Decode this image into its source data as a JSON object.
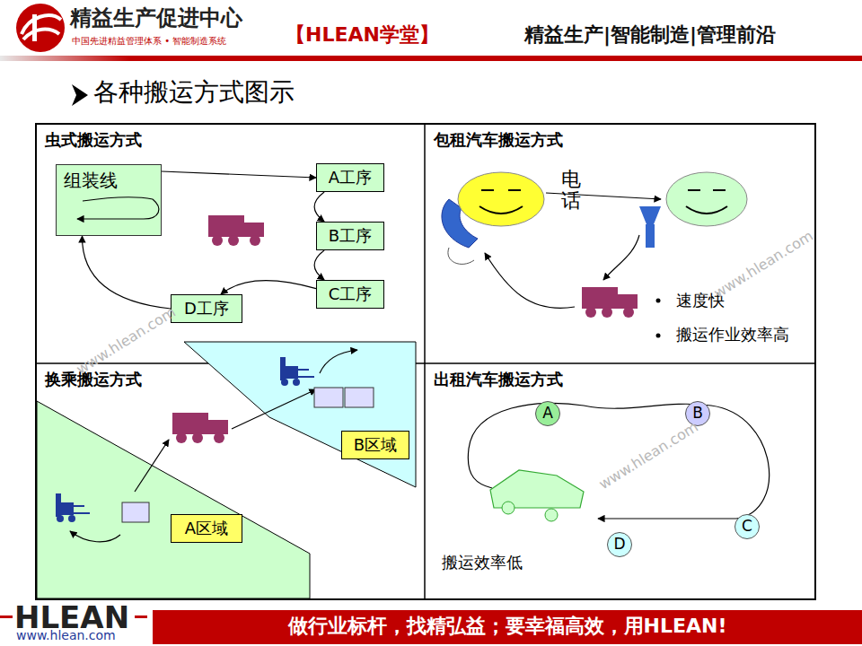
{
  "diagram": {
    "title": "各种搬运方式图示",
    "nodes": [
      {
        "text": [
          "虫式搬运方式"
        ]
      },
      {
        "text": [
          "组装线"
        ],
        "in": 0
      },
      {
        "text": [
          "A工序"
        ],
        "in": 0
      },
      {
        "text": [
          "B工序"
        ],
        "in": 0
      },
      {
        "text": [
          "C工序"
        ],
        "in": 0
      },
      {
        "text": [
          "D工序"
        ],
        "in": 0
      },
      {
        "text": [
          "包租汽车搬运方式"
        ]
      },
      {
        "text": [
          "换乘搬运方式"
        ]
      },
      {
        "text": [
          "A区域"
        ],
        "in": 7
      },
      {
        "text": [
          "B区域"
        ],
        "in": 7
      },
      {
        "text": [
          "出租汽车搬运方式"
        ]
      },
      {
        "text": [
          "A"
        ],
        "in": 10
      },
      {
        "text": [
          "B"
        ],
        "in": 10
      },
      {
        "text": [
          "C"
        ],
        "in": 10
      },
      {
        "text": [
          "D"
        ],
        "in": 10
      }
    ],
    "edges": [
      {
        "from": 1,
        "to": 2,
        "arrow": "to"
      },
      {
        "from": 2,
        "to": 3,
        "arrow": "to"
      },
      {
        "from": 3,
        "to": 4,
        "arrow": "to"
      },
      {
        "from": 4,
        "to": 5,
        "arrow": "to"
      },
      {
        "from": 5,
        "to": 1,
        "arrow": "to"
      }
    ],
    "labels": [
      "精益生产促进中心",
      "中国先进精益管理体系 • 智能制造系统",
      "【HLEAN学堂】",
      "精益生产|智能制造|管理前沿",
      "电话",
      "速度快",
      "搬运作业效率高",
      "搬运效率低",
      "HLEAN",
      "www.hlean.com",
      "做行业标杆，找精弘益；要幸福高效，用HLEAN!",
      "www.hlean.com",
      "www.hlean.com",
      "www.hlean.com"
    ]
  }
}
